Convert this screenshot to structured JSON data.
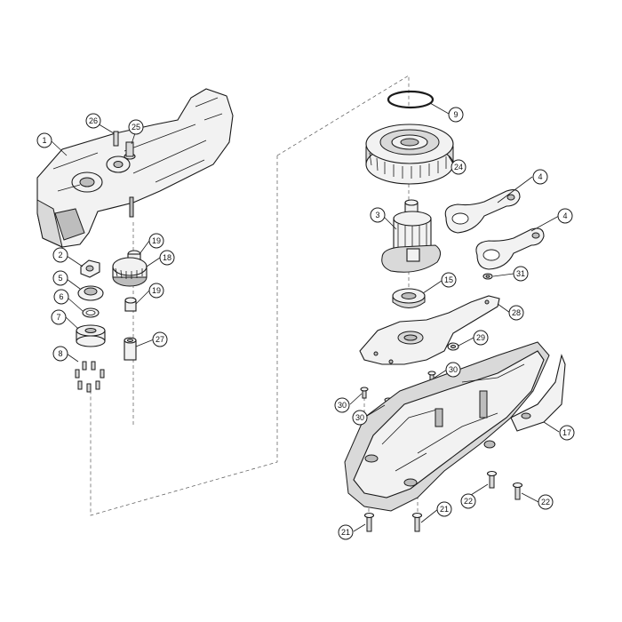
{
  "diagram": {
    "callouts": [
      {
        "id": "c1",
        "label": "1"
      },
      {
        "id": "c2",
        "label": "2"
      },
      {
        "id": "c3",
        "label": "3"
      },
      {
        "id": "c4a",
        "label": "4"
      },
      {
        "id": "c4b",
        "label": "4"
      },
      {
        "id": "c5",
        "label": "5"
      },
      {
        "id": "c6",
        "label": "6"
      },
      {
        "id": "c7",
        "label": "7"
      },
      {
        "id": "c8",
        "label": "8"
      },
      {
        "id": "c9",
        "label": "9"
      },
      {
        "id": "c15",
        "label": "15"
      },
      {
        "id": "c17",
        "label": "17"
      },
      {
        "id": "c18",
        "label": "18"
      },
      {
        "id": "c19a",
        "label": "19"
      },
      {
        "id": "c19b",
        "label": "19"
      },
      {
        "id": "c21a",
        "label": "21"
      },
      {
        "id": "c21b",
        "label": "21"
      },
      {
        "id": "c22a",
        "label": "22"
      },
      {
        "id": "c22b",
        "label": "22"
      },
      {
        "id": "c24",
        "label": "24"
      },
      {
        "id": "c25",
        "label": "25"
      },
      {
        "id": "c26",
        "label": "26"
      },
      {
        "id": "c27",
        "label": "27"
      },
      {
        "id": "c28",
        "label": "28"
      },
      {
        "id": "c29",
        "label": "29"
      },
      {
        "id": "c30a",
        "label": "30"
      },
      {
        "id": "c30b",
        "label": "30"
      },
      {
        "id": "c30c",
        "label": "30"
      },
      {
        "id": "c31",
        "label": "31"
      }
    ]
  }
}
